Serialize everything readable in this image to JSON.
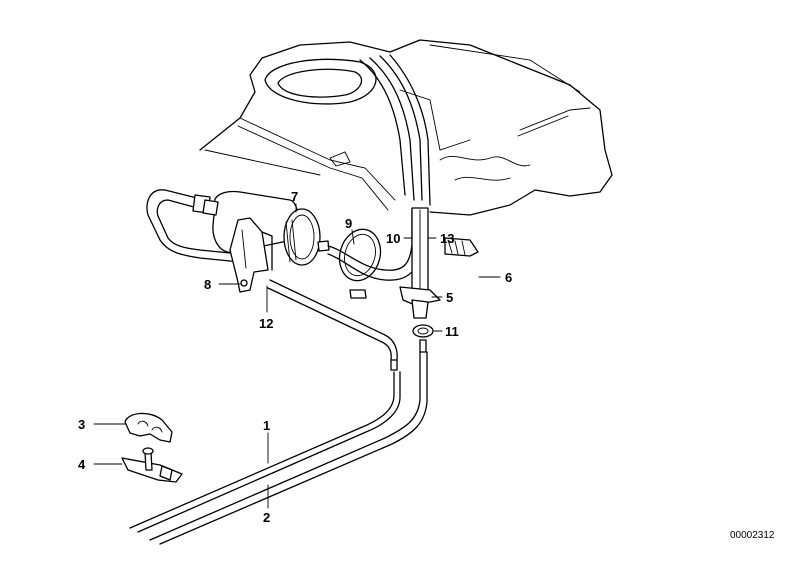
{
  "diagram": {
    "reference_code": "00002312",
    "callouts": [
      {
        "id": "1",
        "label": "1"
      },
      {
        "id": "2",
        "label": "2"
      },
      {
        "id": "3",
        "label": "3"
      },
      {
        "id": "4",
        "label": "4"
      },
      {
        "id": "5",
        "label": "5"
      },
      {
        "id": "6",
        "label": "6"
      },
      {
        "id": "7",
        "label": "7"
      },
      {
        "id": "8",
        "label": "8"
      },
      {
        "id": "9",
        "label": "9"
      },
      {
        "id": "10",
        "label": "10"
      },
      {
        "id": "11",
        "label": "11"
      },
      {
        "id": "12",
        "label": "12"
      },
      {
        "id": "13",
        "label": "13"
      }
    ]
  }
}
